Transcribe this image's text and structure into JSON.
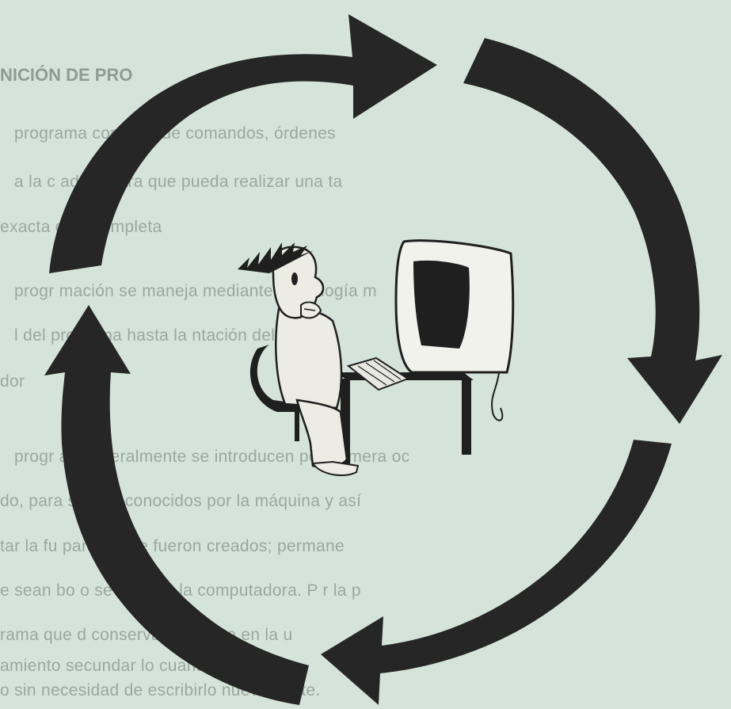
{
  "document": {
    "title": "NICIÓN DE PRO",
    "lines": [
      "programa      conjunto de comandos, órdenes",
      "a la c      adora para que pueda realizar una ta",
      "exacta      da y completa",
      "progr      mación se maneja mediante      etodología m",
      "l        del problema hasta la           ntación del p",
      "dor",
      "progr   as generalmente se introducen por primera oc",
      "do, para      sean reconocidos por la máquina y así",
      "tar la fu    para lo que fueron creados; permane",
      "e sean bo     o se apague la computadora.  P      r la p",
      "rama que  d       conservar, se debe          en la u",
      "amiento secundar      lo              cuantas v",
      "o sin necesidad de escribirlo nuevamente."
    ]
  },
  "illustration": {
    "subject": "man-at-computer",
    "arrow_color": "#262626"
  }
}
